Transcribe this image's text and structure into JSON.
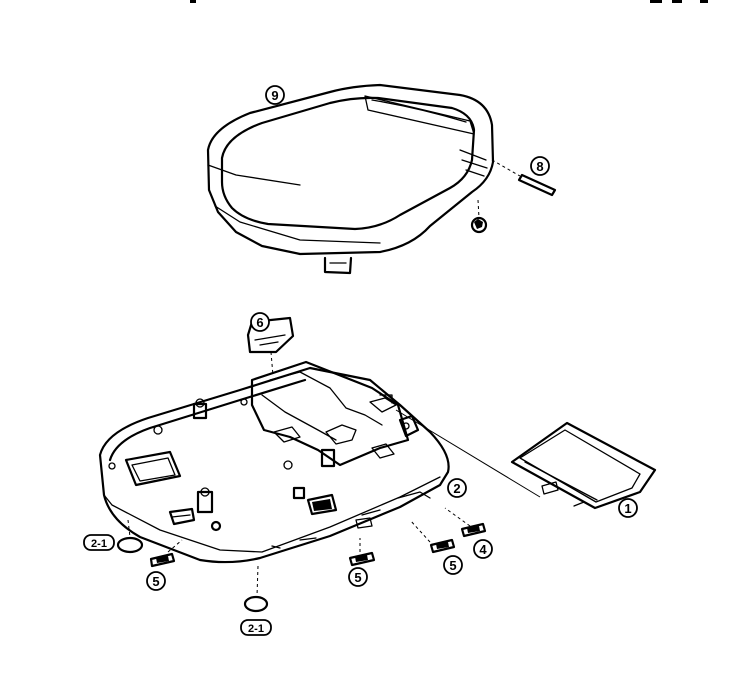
{
  "callouts": {
    "c1": "1",
    "c2": "2",
    "c2_1a": "2-1",
    "c2_1b": "2-1",
    "c4": "4",
    "c5a": "5",
    "c5b": "5",
    "c5c": "5",
    "c6": "6",
    "c8": "8",
    "c9": "9"
  }
}
